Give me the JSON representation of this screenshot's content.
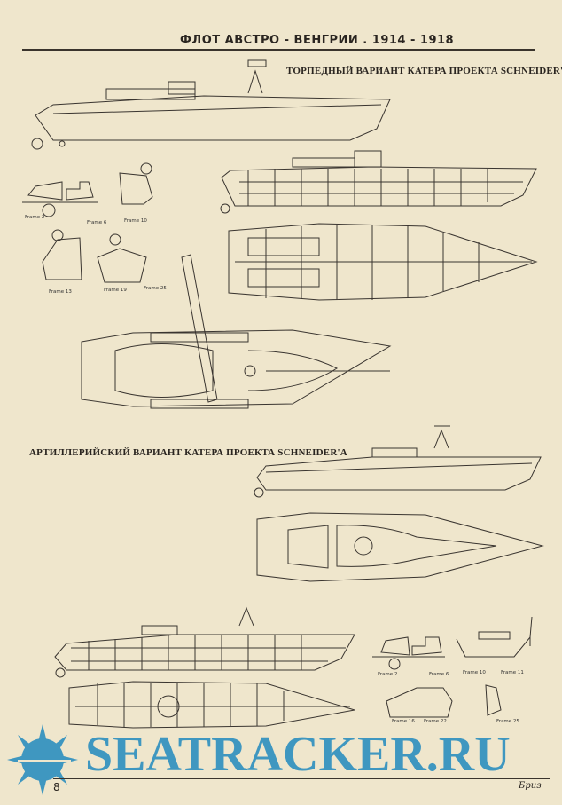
{
  "header": {
    "title": "ФЛОТ АВСТРО - ВЕНГРИИ . 1914 - 1918"
  },
  "sections": {
    "torpedo_caption": "ТОРПЕДНЫЙ ВАРИАНТ КАТЕРА ПРОЕКТА SCHNEIDER'A",
    "artillery_caption": "АРТИЛЛЕРИЙСКИЙ ВАРИАНТ КАТЕРА ПРОЕКТА SCHNEIDER'A"
  },
  "torpedo_frames": [
    "Frame 2",
    "Frame 6",
    "Frame 10",
    "Frame 13",
    "Frame 19",
    "Frame 25"
  ],
  "artillery_frames": [
    "Frame 2",
    "Frame 6",
    "Frame 10",
    "Frame 11",
    "Frame 16",
    "Frame 22",
    "Frame 25"
  ],
  "watermark": "SEATRACKER.RU",
  "footer": {
    "page_number": "8",
    "signature": "Бриз"
  },
  "colors": {
    "paper": "#efe6cc",
    "ink": "#3a3530",
    "watermark": "#3f97c0"
  }
}
